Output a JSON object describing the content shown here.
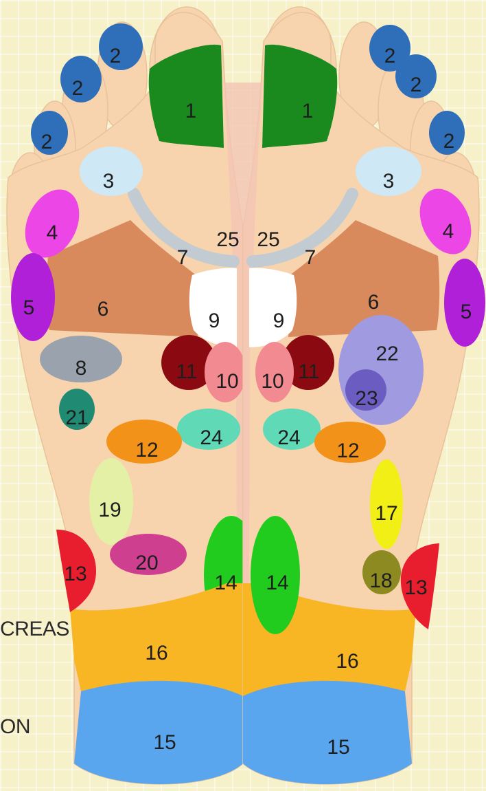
{
  "side_text": [
    "CREAS",
    "ON"
  ],
  "feet": [
    {
      "side": "left",
      "zones": [
        {
          "num": "1",
          "color": "#1a8a1f"
        },
        {
          "num": "2",
          "color": "#2f6fb9"
        },
        {
          "num": "2",
          "color": "#2f6fb9"
        },
        {
          "num": "2",
          "color": "#2f6fb9"
        },
        {
          "num": "3",
          "color": "#cfe8f5"
        },
        {
          "num": "4",
          "color": "#ec47e6"
        },
        {
          "num": "5",
          "color": "#b020d8"
        },
        {
          "num": "6",
          "color": "#d98a5c"
        },
        {
          "num": "7",
          "color": "#c2cbd1"
        },
        {
          "num": "25",
          "color": "#f6d2c0"
        },
        {
          "num": "9",
          "color": "#ffffff"
        },
        {
          "num": "8",
          "color": "#9aa2ad"
        },
        {
          "num": "11",
          "color": "#8b0a12"
        },
        {
          "num": "10",
          "color": "#f28a92"
        },
        {
          "num": "21",
          "color": "#218a72"
        },
        {
          "num": "24",
          "color": "#5fd9b6"
        },
        {
          "num": "12",
          "color": "#f29218"
        },
        {
          "num": "19",
          "color": "#e4f0a6"
        },
        {
          "num": "20",
          "color": "#cf3f90"
        },
        {
          "num": "13",
          "color": "#e81d2e"
        },
        {
          "num": "14",
          "color": "#22cc1e"
        },
        {
          "num": "16",
          "color": "#f8b524"
        },
        {
          "num": "15",
          "color": "#5aa6ee"
        }
      ]
    },
    {
      "side": "right",
      "zones": [
        {
          "num": "1",
          "color": "#1a8a1f"
        },
        {
          "num": "2",
          "color": "#2f6fb9"
        },
        {
          "num": "2",
          "color": "#2f6fb9"
        },
        {
          "num": "2",
          "color": "#2f6fb9"
        },
        {
          "num": "3",
          "color": "#cfe8f5"
        },
        {
          "num": "4",
          "color": "#ec47e6"
        },
        {
          "num": "5",
          "color": "#b020d8"
        },
        {
          "num": "6",
          "color": "#d98a5c"
        },
        {
          "num": "7",
          "color": "#c2cbd1"
        },
        {
          "num": "25",
          "color": "#f6d2c0"
        },
        {
          "num": "9",
          "color": "#ffffff"
        },
        {
          "num": "22",
          "color": "#a09be0"
        },
        {
          "num": "23",
          "color": "#6a5cc0"
        },
        {
          "num": "11",
          "color": "#8b0a12"
        },
        {
          "num": "10",
          "color": "#f28a92"
        },
        {
          "num": "24",
          "color": "#5fd9b6"
        },
        {
          "num": "12",
          "color": "#f29218"
        },
        {
          "num": "17",
          "color": "#f2ef16"
        },
        {
          "num": "18",
          "color": "#8e8a22"
        },
        {
          "num": "13",
          "color": "#e81d2e"
        },
        {
          "num": "14",
          "color": "#22cc1e"
        },
        {
          "num": "16",
          "color": "#f8b524"
        },
        {
          "num": "15",
          "color": "#5aa6ee"
        }
      ]
    }
  ]
}
